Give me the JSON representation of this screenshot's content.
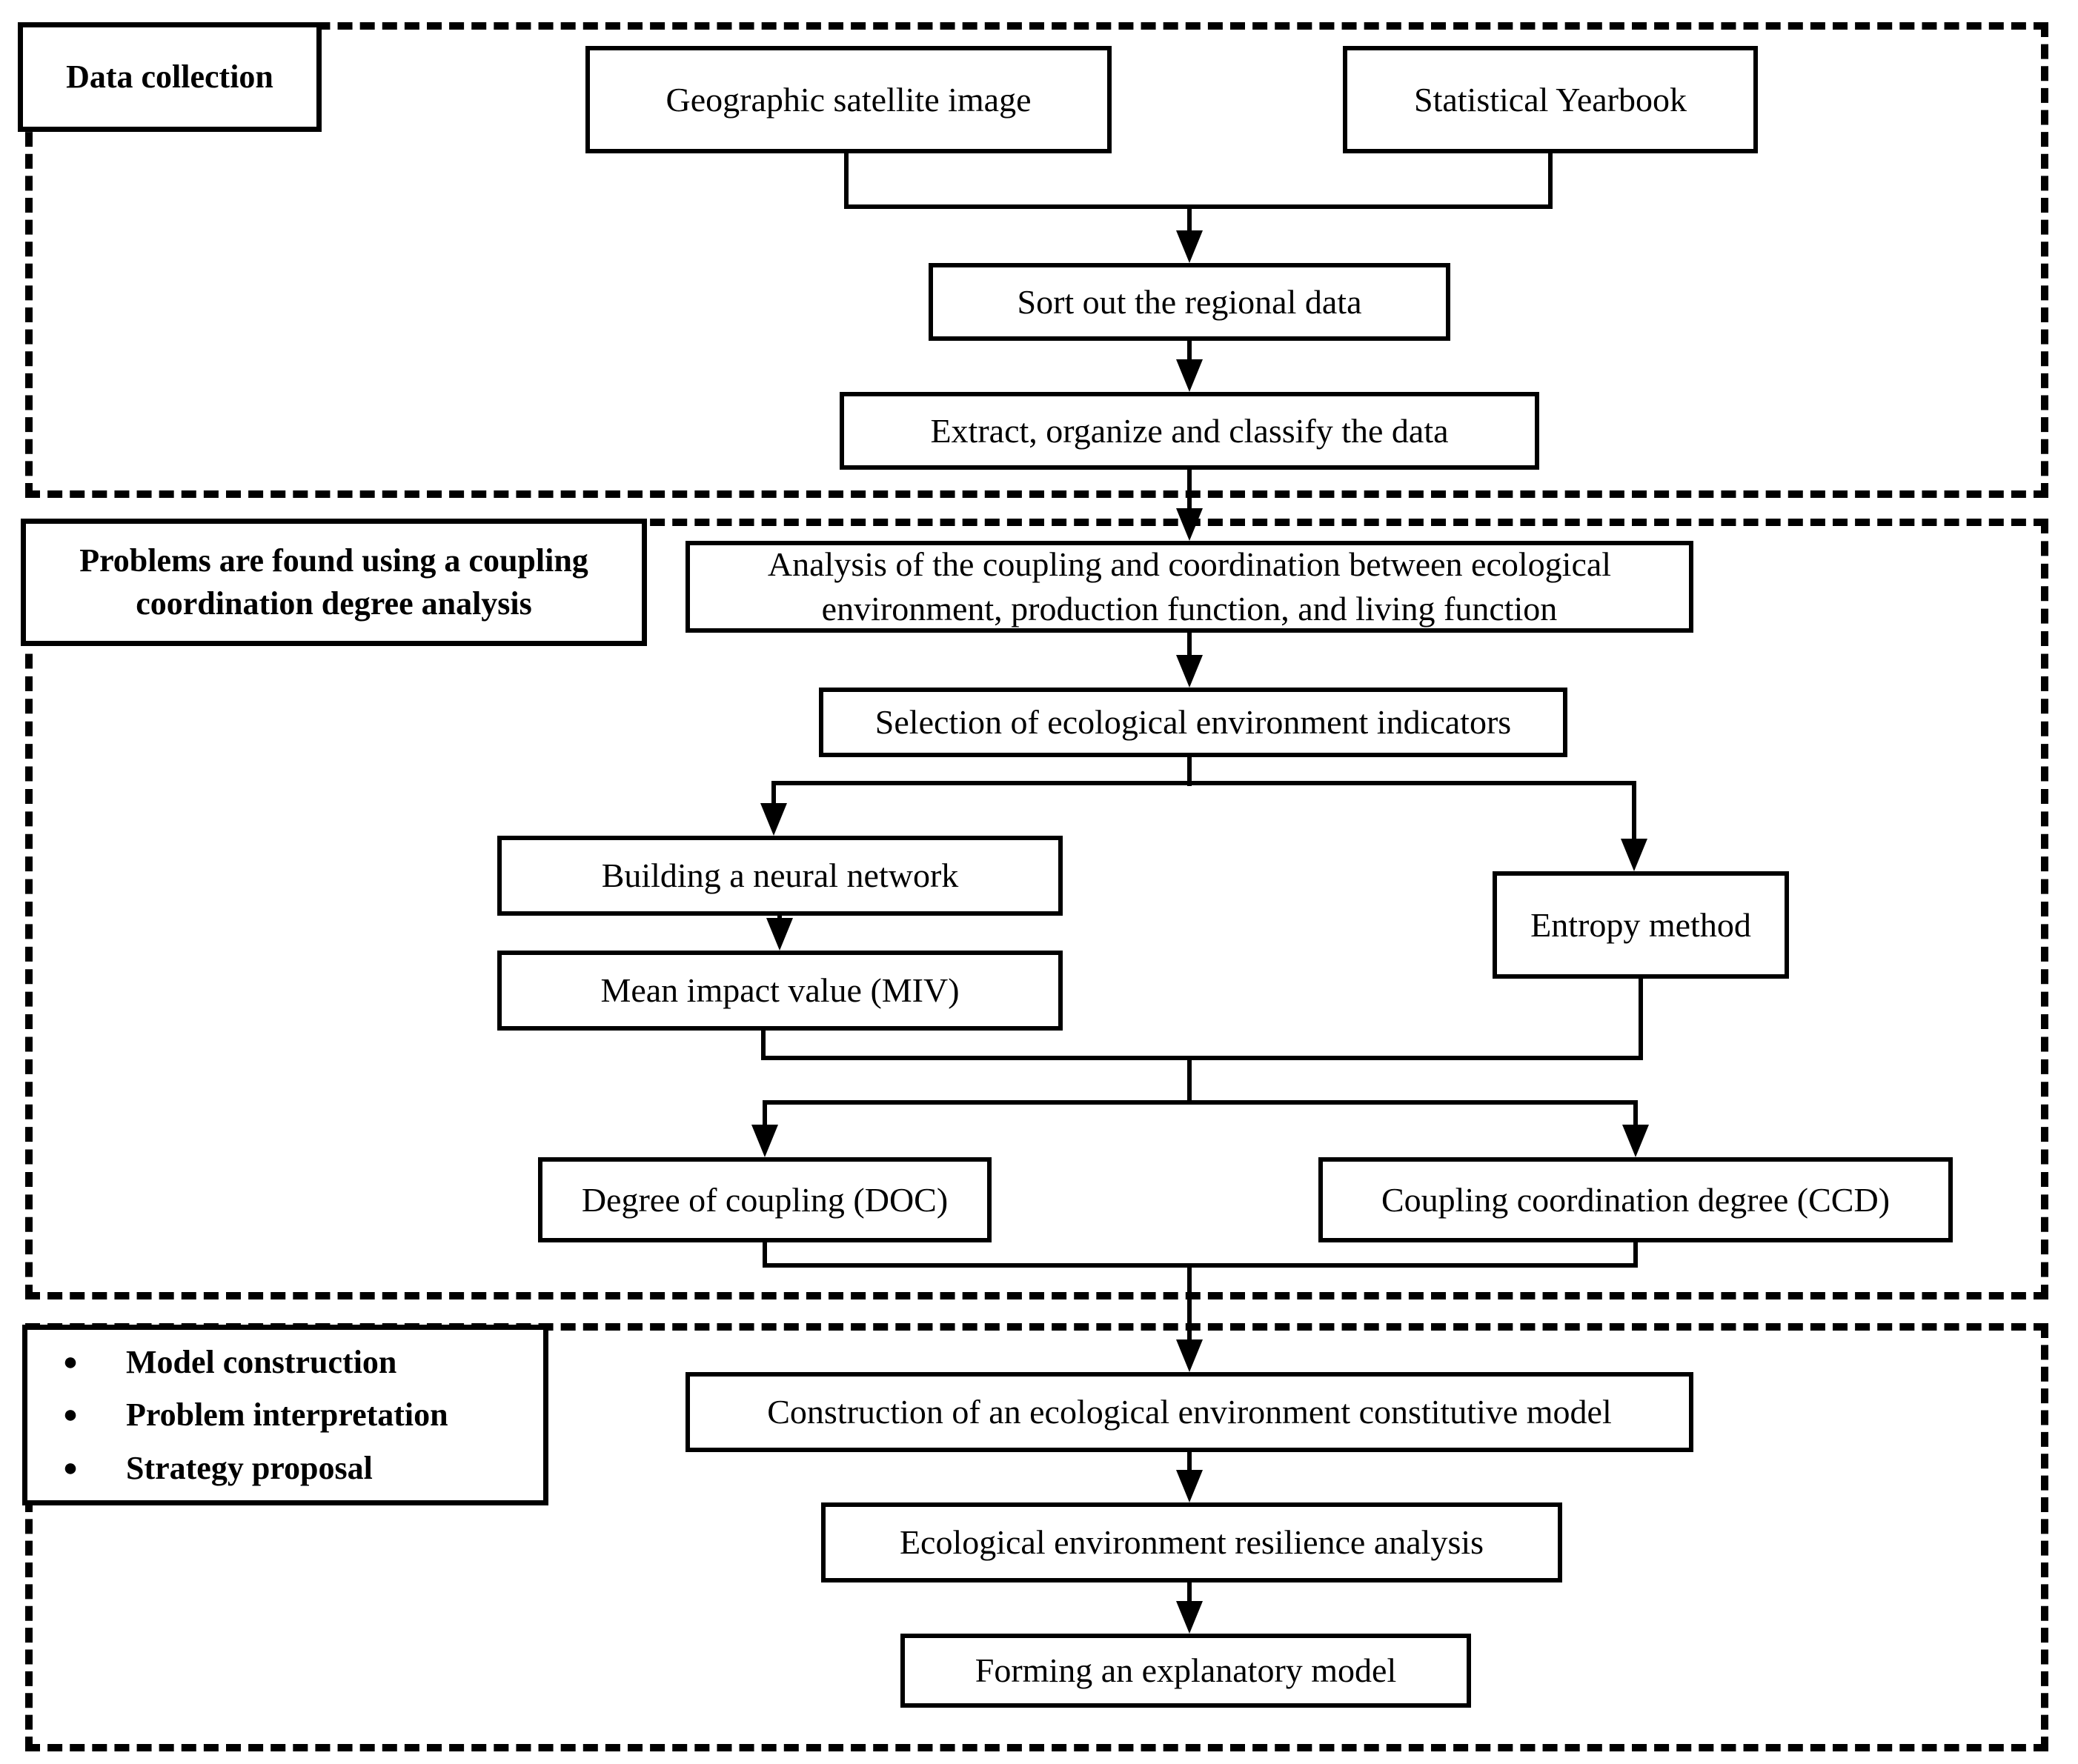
{
  "colors": {
    "line": "#000000",
    "background": "#ffffff",
    "text": "#000000"
  },
  "sections": {
    "data_collection": {
      "title": "Data collection"
    },
    "coupling_analysis": {
      "title_line1": "Problems are found using a coupling",
      "title_line2": "coordination degree analysis"
    },
    "model_construction": {
      "bullet_glyph": "●",
      "bullets": [
        "Model construction",
        "Problem interpretation",
        "Strategy proposal"
      ]
    }
  },
  "nodes": {
    "geographic_satellite_image": "Geographic satellite image",
    "statistical_yearbook": "Statistical Yearbook",
    "sort_regional_data": "Sort out the regional data",
    "extract_organize_classify": "Extract, organize and classify the data",
    "coupling_coordination_analysis": "Analysis of the coupling and coordination between ecological environment, production function, and living function",
    "selection_indicators": "Selection of ecological environment indicators",
    "building_neural_network": "Building a neural network",
    "entropy_method": "Entropy method",
    "mean_impact_value": "Mean impact value (MIV)",
    "degree_of_coupling": "Degree of coupling (DOC)",
    "coupling_coordination_degree": "Coupling coordination degree (CCD)",
    "construction_constitutive_model": "Construction of an ecological environment constitutive model",
    "resilience_analysis": "Ecological environment resilience analysis",
    "forming_explanatory_model": "Forming an explanatory model"
  }
}
